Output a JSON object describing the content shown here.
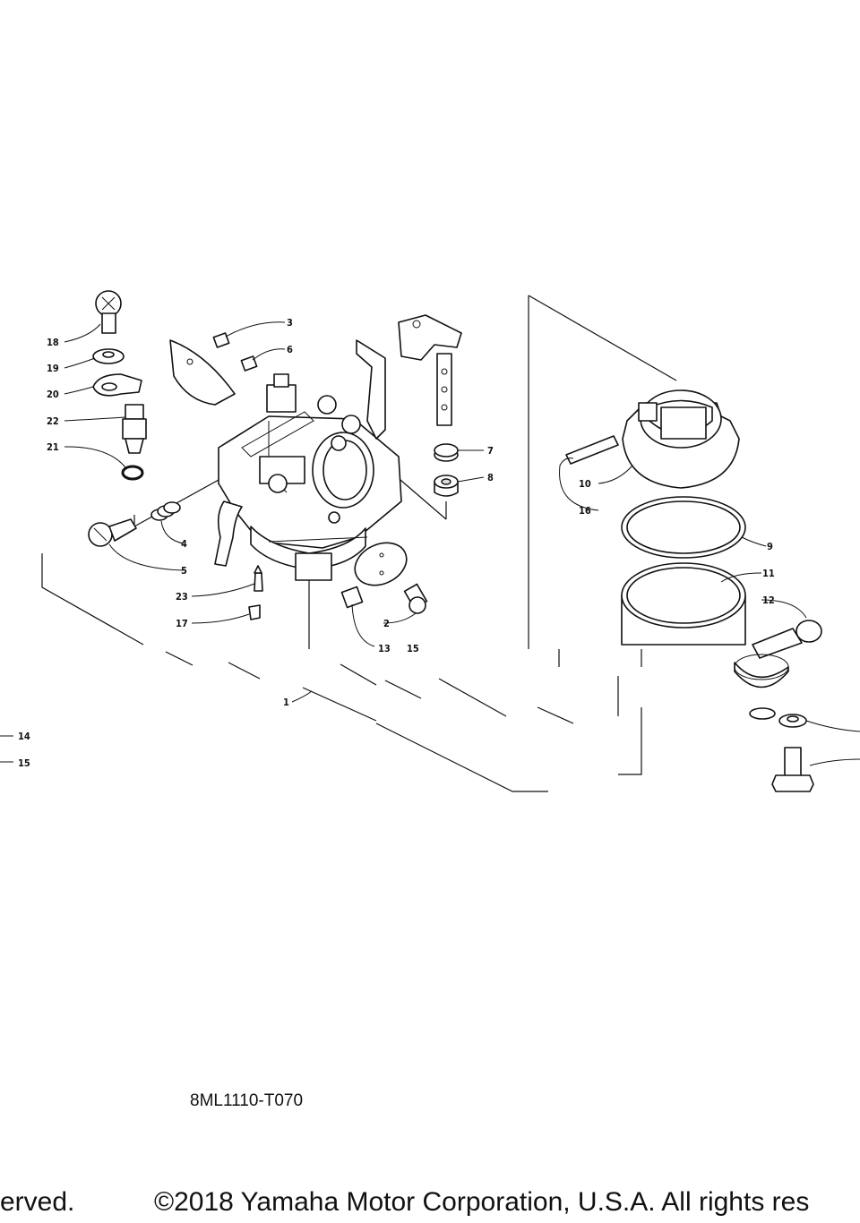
{
  "diagram": {
    "drawing_code": "8ML1110-T070",
    "copyright_left": "erved.",
    "copyright_right": "©2018 Yamaha Motor Corporation, U.S.A. All rights res",
    "callouts": {
      "c1": "1",
      "c2": "2",
      "c3": "3",
      "c4": "4",
      "c5": "5",
      "c6": "6",
      "c7": "7",
      "c8": "8",
      "c9": "9",
      "c10": "10",
      "c11": "11",
      "c12": "12",
      "c13": "13",
      "c14": "14",
      "c15": "15",
      "c16": "16",
      "c17": "17",
      "c18": "18",
      "c19": "19",
      "c20": "20",
      "c21": "21",
      "c22": "22",
      "c23": "23"
    }
  }
}
